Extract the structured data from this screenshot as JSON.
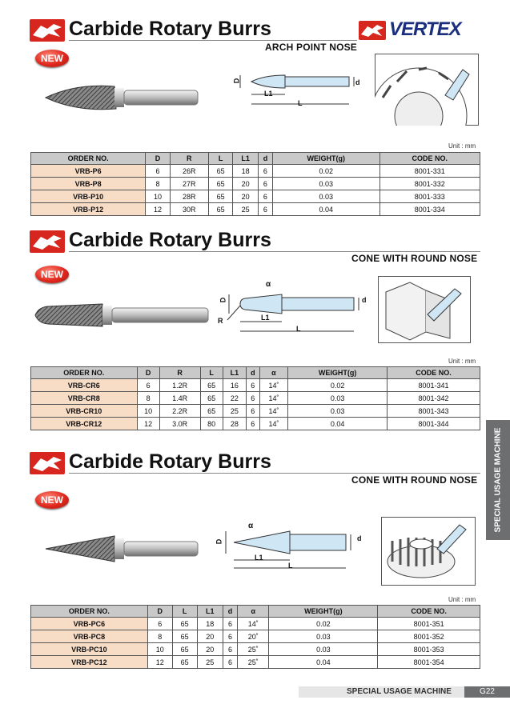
{
  "brand": "VERTEX",
  "section_title": "Carbide Rotary Burrs",
  "new_label": "NEW",
  "unit_label": "Unit : mm",
  "sections": [
    {
      "subtitle": "ARCH POINT NOSE",
      "headers": [
        "ORDER NO.",
        "D",
        "R",
        "L",
        "L1",
        "d",
        "WEIGHT(g)",
        "CODE NO."
      ],
      "rows": [
        [
          "VRB-P6",
          "6",
          "26R",
          "65",
          "18",
          "6",
          "0.02",
          "8001-331"
        ],
        [
          "VRB-P8",
          "8",
          "27R",
          "65",
          "20",
          "6",
          "0.03",
          "8001-332"
        ],
        [
          "VRB-P10",
          "10",
          "28R",
          "65",
          "20",
          "6",
          "0.03",
          "8001-333"
        ],
        [
          "VRB-P12",
          "12",
          "30R",
          "65",
          "25",
          "6",
          "0.04",
          "8001-334"
        ]
      ]
    },
    {
      "subtitle": "CONE WITH ROUND NOSE",
      "headers": [
        "ORDER NO.",
        "D",
        "R",
        "L",
        "L1",
        "d",
        "α",
        "WEIGHT(g)",
        "CODE NO."
      ],
      "rows": [
        [
          "VRB-CR6",
          "6",
          "1.2R",
          "65",
          "16",
          "6",
          "14˚",
          "0.02",
          "8001-341"
        ],
        [
          "VRB-CR8",
          "8",
          "1.4R",
          "65",
          "22",
          "6",
          "14˚",
          "0.03",
          "8001-342"
        ],
        [
          "VRB-CR10",
          "10",
          "2.2R",
          "65",
          "25",
          "6",
          "14˚",
          "0.03",
          "8001-343"
        ],
        [
          "VRB-CR12",
          "12",
          "3.0R",
          "80",
          "28",
          "6",
          "14˚",
          "0.04",
          "8001-344"
        ]
      ]
    },
    {
      "subtitle": "CONE WITH ROUND NOSE",
      "headers": [
        "ORDER NO.",
        "D",
        "L",
        "L1",
        "d",
        "α",
        "WEIGHT(g)",
        "CODE NO."
      ],
      "rows": [
        [
          "VRB-PC6",
          "6",
          "65",
          "18",
          "6",
          "14˚",
          "0.02",
          "8001-351"
        ],
        [
          "VRB-PC8",
          "8",
          "65",
          "20",
          "6",
          "20˚",
          "0.03",
          "8001-352"
        ],
        [
          "VRB-PC10",
          "10",
          "65",
          "20",
          "6",
          "25˚",
          "0.03",
          "8001-353"
        ],
        [
          "VRB-PC12",
          "12",
          "65",
          "25",
          "6",
          "25˚",
          "0.04",
          "8001-354"
        ]
      ]
    }
  ],
  "diagram_labels": {
    "D": "D",
    "L": "L",
    "L1": "L1",
    "d": "d",
    "R": "R",
    "alpha": "α"
  },
  "side_tab": "SPECIAL USAGE MACHINE",
  "footer": {
    "text": "SPECIAL USAGE MACHINE",
    "page": "G22"
  }
}
